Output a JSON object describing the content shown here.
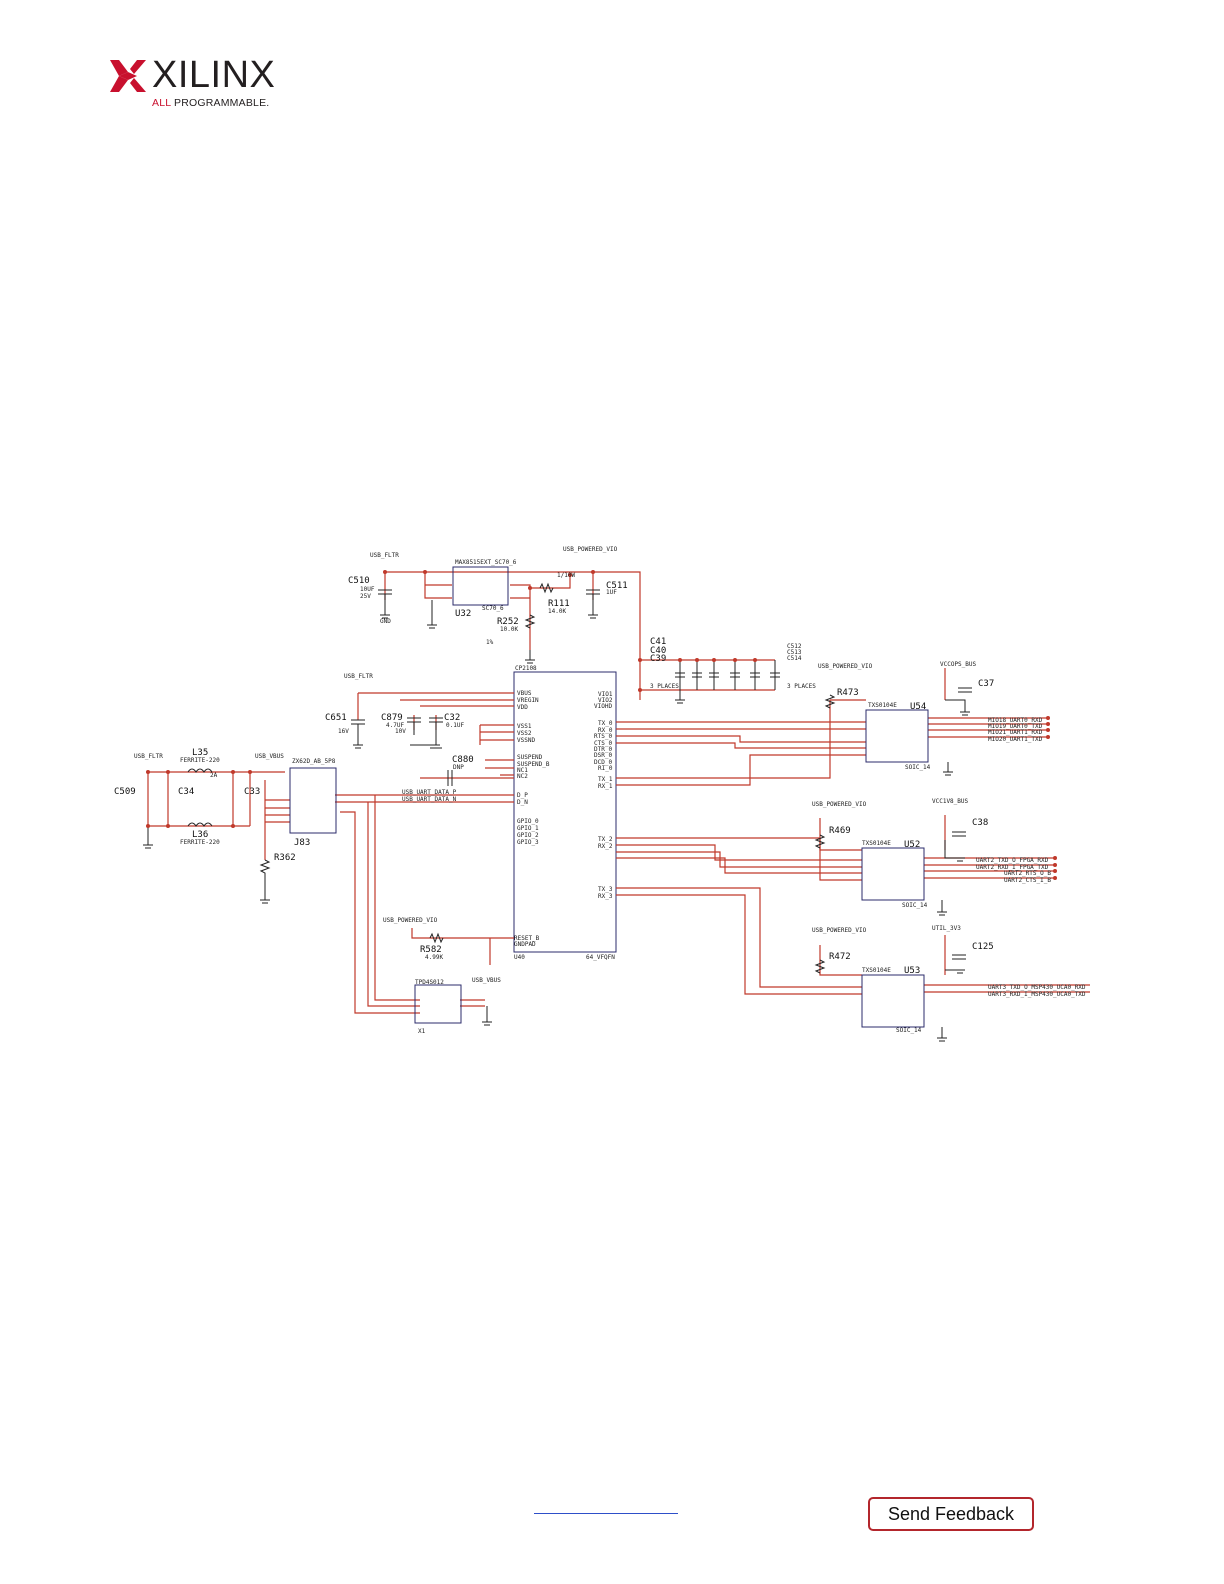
{
  "header": {
    "brand": "XILINX",
    "tagline_a": "ALL",
    "tagline_b": " PROGRAMMABLE."
  },
  "footer": {
    "feedback_label": "Send Feedback"
  },
  "colors": {
    "wire": "#c0392b",
    "component": "#2b2b6b",
    "brand_red": "#c8102e"
  },
  "schematic": {
    "net_labels": [
      {
        "id": "n1",
        "text": "USB_FLTR"
      },
      {
        "id": "n2",
        "text": "USB_POWERED_VIO"
      },
      {
        "id": "n3",
        "text": "USB_FLTR"
      },
      {
        "id": "n4",
        "text": "USB_FLTR"
      },
      {
        "id": "n5",
        "text": "USB_VBUS"
      },
      {
        "id": "n6",
        "text": "USB_POWERED_VIO"
      },
      {
        "id": "n7",
        "text": "VCCOPS_BUS"
      },
      {
        "id": "n8",
        "text": "USB_POWERED_VIO"
      },
      {
        "id": "n9",
        "text": "VCC1V8_BUS"
      },
      {
        "id": "n10",
        "text": "USB_POWERED_VIO"
      },
      {
        "id": "n11",
        "text": "UTIL_3V3"
      },
      {
        "id": "n12",
        "text": "USB_POWERED_VIO"
      },
      {
        "id": "n13",
        "text": "USB_VBUS"
      },
      {
        "id": "n14",
        "text": "USB_UART_DATA_P"
      },
      {
        "id": "n15",
        "text": "USB_UART_DATA_N"
      }
    ],
    "refs": [
      {
        "id": "C510",
        "text": "C510"
      },
      {
        "id": "U32",
        "text": "U32"
      },
      {
        "id": "R252",
        "text": "R252"
      },
      {
        "id": "R111",
        "text": "R111"
      },
      {
        "id": "C511",
        "text": "C511"
      },
      {
        "id": "C41",
        "text": "C41"
      },
      {
        "id": "C40",
        "text": "C40"
      },
      {
        "id": "C39",
        "text": "C39"
      },
      {
        "id": "C512",
        "text": "C512"
      },
      {
        "id": "C513",
        "text": "C513"
      },
      {
        "id": "C514",
        "text": "C514"
      },
      {
        "id": "C651",
        "text": "C651"
      },
      {
        "id": "C879",
        "text": "C879"
      },
      {
        "id": "C32",
        "text": "C32"
      },
      {
        "id": "C880",
        "text": "C880"
      },
      {
        "id": "L35",
        "text": "L35"
      },
      {
        "id": "L36",
        "text": "L36"
      },
      {
        "id": "C509",
        "text": "C509"
      },
      {
        "id": "C34",
        "text": "C34"
      },
      {
        "id": "C33",
        "text": "C33"
      },
      {
        "id": "J83",
        "text": "J83"
      },
      {
        "id": "R362",
        "text": "R362"
      },
      {
        "id": "R582",
        "text": "R582"
      },
      {
        "id": "R473",
        "text": "R473"
      },
      {
        "id": "U54",
        "text": "U54"
      },
      {
        "id": "C37",
        "text": "C37"
      },
      {
        "id": "R469",
        "text": "R469"
      },
      {
        "id": "U52",
        "text": "U52"
      },
      {
        "id": "C38",
        "text": "C38"
      },
      {
        "id": "R472",
        "text": "R472"
      },
      {
        "id": "U53",
        "text": "U53"
      },
      {
        "id": "C125",
        "text": "C125"
      },
      {
        "id": "U40",
        "text": "U40"
      },
      {
        "id": "X1",
        "text": "X1"
      }
    ],
    "small_text": [
      {
        "id": "t1",
        "text": "MAX8515EXT_SC70_6"
      },
      {
        "id": "t2",
        "text": "SC70_6"
      },
      {
        "id": "t3",
        "text": "CP2108"
      },
      {
        "id": "t4",
        "text": "64_VFQFN"
      },
      {
        "id": "t5",
        "text": "TXS0104E"
      },
      {
        "id": "t6",
        "text": "TXS0104E"
      },
      {
        "id": "t7",
        "text": "TXS0104E"
      },
      {
        "id": "t8",
        "text": "SOIC_14"
      },
      {
        "id": "t9",
        "text": "SOIC_14"
      },
      {
        "id": "t10",
        "text": "SOIC_14"
      },
      {
        "id": "t11",
        "text": "TPD4S012"
      },
      {
        "id": "t12",
        "text": "ZX62D_AB_5P8"
      },
      {
        "id": "t13",
        "text": "FERRITE-220"
      },
      {
        "id": "t14",
        "text": "FERRITE-220"
      },
      {
        "id": "t15",
        "text": "3 PLACES"
      },
      {
        "id": "t16",
        "text": "3 PLACES"
      },
      {
        "id": "t17",
        "text": "10UF"
      },
      {
        "id": "t18",
        "text": "25V"
      },
      {
        "id": "t19",
        "text": "14.0K"
      },
      {
        "id": "t20",
        "text": "10.0K"
      },
      {
        "id": "t21",
        "text": "1/10W"
      },
      {
        "id": "t22",
        "text": "1%"
      },
      {
        "id": "t23",
        "text": "4.7UF"
      },
      {
        "id": "t24",
        "text": "10V"
      },
      {
        "id": "t25",
        "text": "0.1UF"
      },
      {
        "id": "t26",
        "text": "16V"
      },
      {
        "id": "t27",
        "text": "DNP"
      },
      {
        "id": "t28",
        "text": "2A"
      },
      {
        "id": "t29",
        "text": "4.99K"
      },
      {
        "id": "t30",
        "text": "GND"
      },
      {
        "id": "t31",
        "text": "1UF"
      }
    ],
    "signals_u54": [
      {
        "id": "s1",
        "text": "MIO18_UART0_RXD"
      },
      {
        "id": "s2",
        "text": "MIO19_UART0_TXD"
      },
      {
        "id": "s3",
        "text": "MIO21_UART1_RXD"
      },
      {
        "id": "s4",
        "text": "MIO20_UART1_TXD"
      }
    ],
    "signals_u52": [
      {
        "id": "s5",
        "text": "UART2_TXD_O_FPGA_RXD"
      },
      {
        "id": "s6",
        "text": "UART2_RXD_I_FPGA_TXD"
      },
      {
        "id": "s7",
        "text": "UART2_RTS_O_B"
      },
      {
        "id": "s8",
        "text": "UART2_CTS_I_B"
      }
    ],
    "signals_u53": [
      {
        "id": "s9",
        "text": "UART3_TXD_O_MSP430_UCA0_RXD"
      },
      {
        "id": "s10",
        "text": "UART3_RXD_I_MSP430_UCA0_TXD"
      }
    ],
    "cp2108_left_pins": [
      {
        "id": "p1",
        "text": "VBUS"
      },
      {
        "id": "p2",
        "text": "VREGIN"
      },
      {
        "id": "p3",
        "text": "VDD"
      },
      {
        "id": "p4",
        "text": "VSS1"
      },
      {
        "id": "p5",
        "text": "VSS2"
      },
      {
        "id": "p6",
        "text": "VSSND"
      },
      {
        "id": "p7",
        "text": "SUSPEND"
      },
      {
        "id": "p8",
        "text": "SUSPEND_B"
      },
      {
        "id": "p9",
        "text": "NC1"
      },
      {
        "id": "p10",
        "text": "NC2"
      },
      {
        "id": "p11",
        "text": "D_P"
      },
      {
        "id": "p12",
        "text": "D_N"
      },
      {
        "id": "p13",
        "text": "GPIO_0"
      },
      {
        "id": "p14",
        "text": "GPIO_1"
      },
      {
        "id": "p15",
        "text": "GPIO_2"
      },
      {
        "id": "p16",
        "text": "GPIO_3"
      },
      {
        "id": "p17",
        "text": "RESET_B"
      },
      {
        "id": "p18",
        "text": "GNDPAD"
      }
    ],
    "cp2108_right_pins": [
      {
        "id": "q1",
        "text": "VIO1"
      },
      {
        "id": "q2",
        "text": "VIO2"
      },
      {
        "id": "q3",
        "text": "VIOHD"
      },
      {
        "id": "q4",
        "text": "TX_0"
      },
      {
        "id": "q5",
        "text": "RX_0"
      },
      {
        "id": "q6",
        "text": "RTS_0"
      },
      {
        "id": "q7",
        "text": "CTS_0"
      },
      {
        "id": "q8",
        "text": "DTR_0"
      },
      {
        "id": "q9",
        "text": "DSR_0"
      },
      {
        "id": "q10",
        "text": "DCD_0"
      },
      {
        "id": "q11",
        "text": "RI_0"
      },
      {
        "id": "q12",
        "text": "TX_1"
      },
      {
        "id": "q13",
        "text": "RX_1"
      },
      {
        "id": "q14",
        "text": "TX_2"
      },
      {
        "id": "q15",
        "text": "RX_2"
      },
      {
        "id": "q16",
        "text": "TX_3"
      },
      {
        "id": "q17",
        "text": "RX_3"
      }
    ]
  }
}
